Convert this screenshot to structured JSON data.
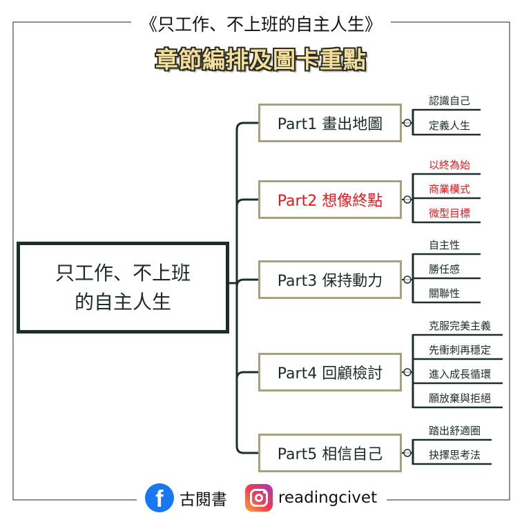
{
  "header": {
    "title": "《只工作、不上班的自主人生》",
    "subtitle": "章節編排及圖卡重點"
  },
  "root": {
    "line1": "只工作、不上班",
    "line2": "的自主人生"
  },
  "colors": {
    "normal": "#1c2b28",
    "highlight": "#e8161b",
    "box_border": "#a6a07e",
    "root_border": "#1c2e2a"
  },
  "parts": [
    {
      "label": "Part1 畫出地圖",
      "highlight": false,
      "leaves": [
        "認識自己",
        "定義人生"
      ]
    },
    {
      "label": "Part2 想像終點",
      "highlight": true,
      "leaves": [
        "以終為始",
        "商業模式",
        "微型目標"
      ]
    },
    {
      "label": "Part3 保持動力",
      "highlight": false,
      "leaves": [
        "自主性",
        "勝任感",
        "關聯性"
      ]
    },
    {
      "label": "Part4 回顧檢討",
      "highlight": false,
      "leaves": [
        "克服完美主義",
        "先衝刺再穩定",
        "進入成長循環",
        "願放棄與拒絕"
      ]
    },
    {
      "label": "Part5 相信自己",
      "highlight": false,
      "leaves": [
        "踏出舒適圈",
        "抉擇思考法"
      ]
    }
  ],
  "footer": {
    "facebook_name": "古閱書",
    "instagram_handle": "readingcivet",
    "facebook_icon": "facebook-icon",
    "instagram_icon": "instagram-icon"
  }
}
